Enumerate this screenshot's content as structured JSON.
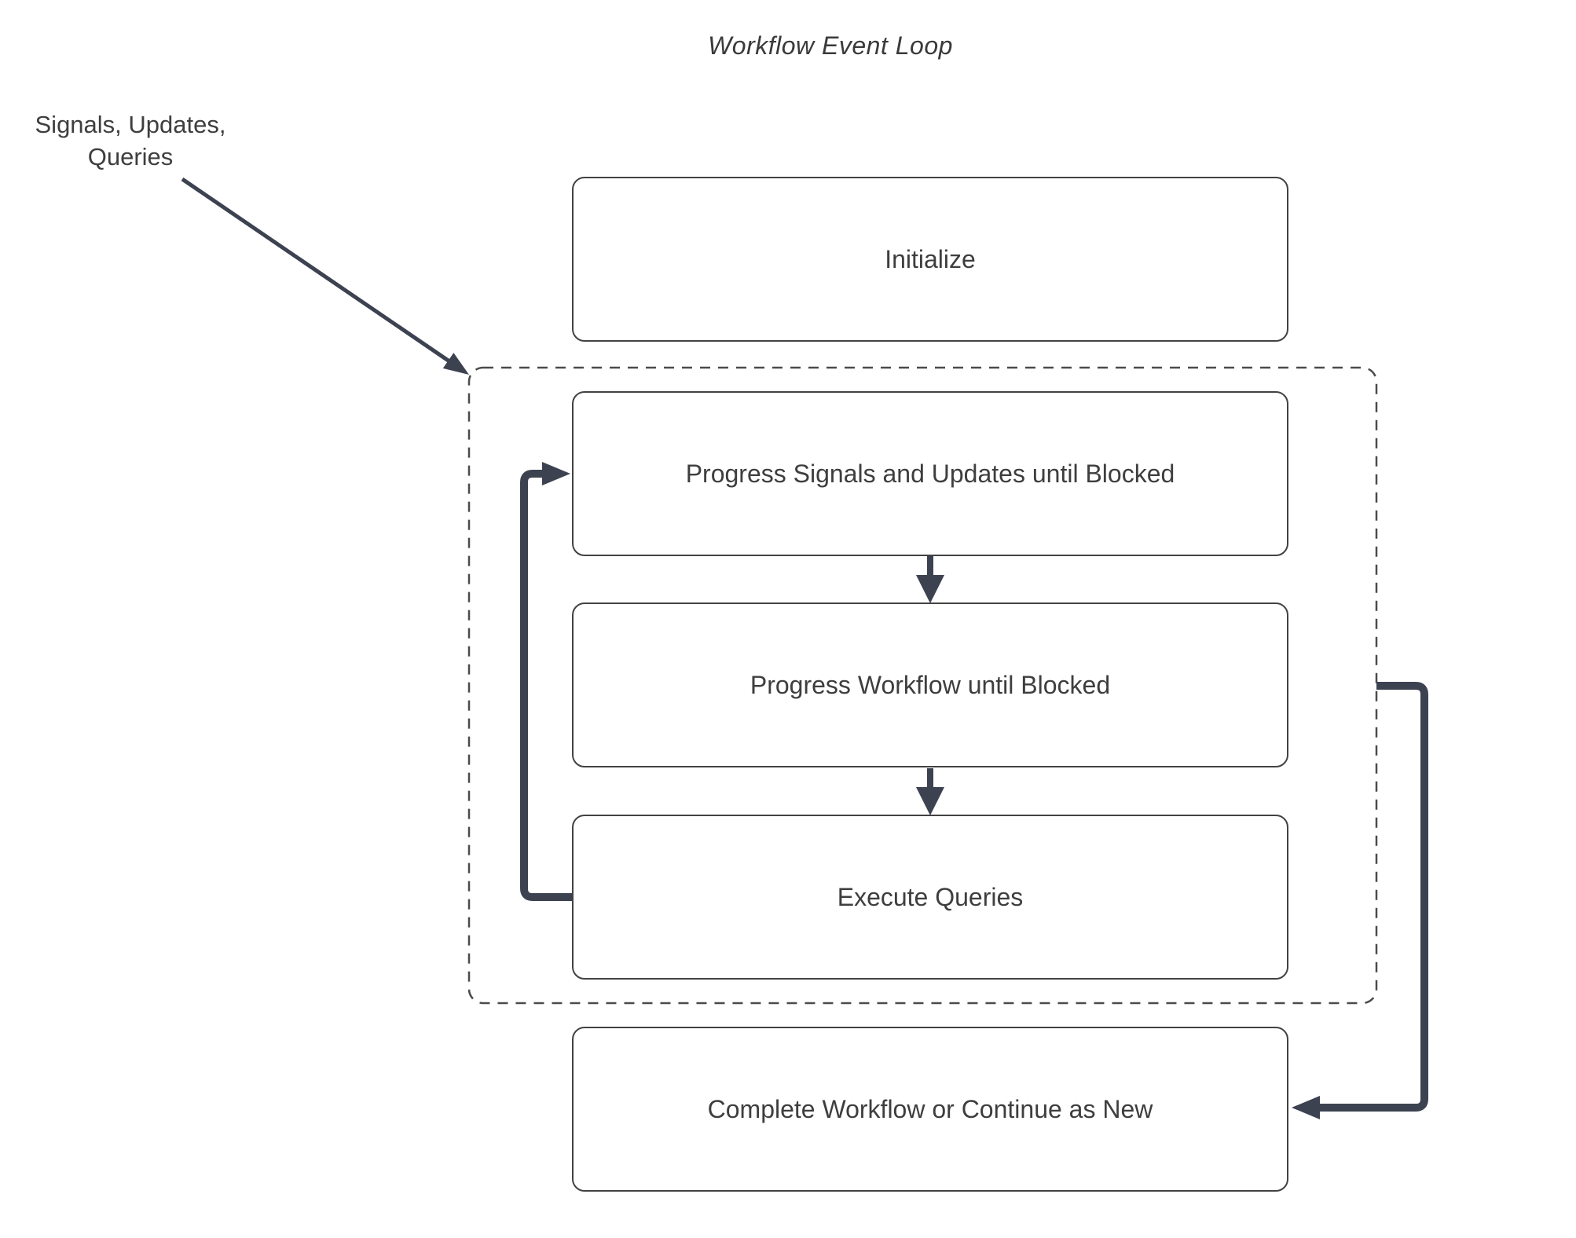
{
  "title": "Workflow Event Loop",
  "annotation": {
    "label": "Signals, Updates,\nQueries"
  },
  "nodes": [
    {
      "id": "initialize",
      "label": "Initialize"
    },
    {
      "id": "progress-signals",
      "label": "Progress Signals and Updates until Blocked"
    },
    {
      "id": "progress-workflow",
      "label": "Progress Workflow until Blocked"
    },
    {
      "id": "execute-queries",
      "label": "Execute Queries"
    },
    {
      "id": "complete",
      "label": "Complete Workflow or Continue as New"
    }
  ],
  "group": {
    "id": "event-loop-group",
    "style": "dashed-rounded-rect",
    "contains": [
      "progress-signals",
      "progress-workflow",
      "execute-queries"
    ]
  },
  "edges": [
    {
      "from": "signals-updates-queries-annotation",
      "to": "event-loop-group",
      "type": "thin-diagonal-arrow"
    },
    {
      "from": "progress-signals",
      "to": "progress-workflow",
      "type": "down-arrow"
    },
    {
      "from": "progress-workflow",
      "to": "execute-queries",
      "type": "down-arrow"
    },
    {
      "from": "execute-queries",
      "to": "progress-signals",
      "type": "loop-back-arrow-left"
    },
    {
      "from": "event-loop-group",
      "to": "complete",
      "type": "elbow-arrow-right"
    }
  ],
  "colors": {
    "canvas_bg": "#ffffff",
    "node_fill": "#ffffff",
    "node_border": "#424242",
    "text": "#3e3e3e",
    "arrow": "#3c4250",
    "group_border": "#4b4b4b"
  }
}
